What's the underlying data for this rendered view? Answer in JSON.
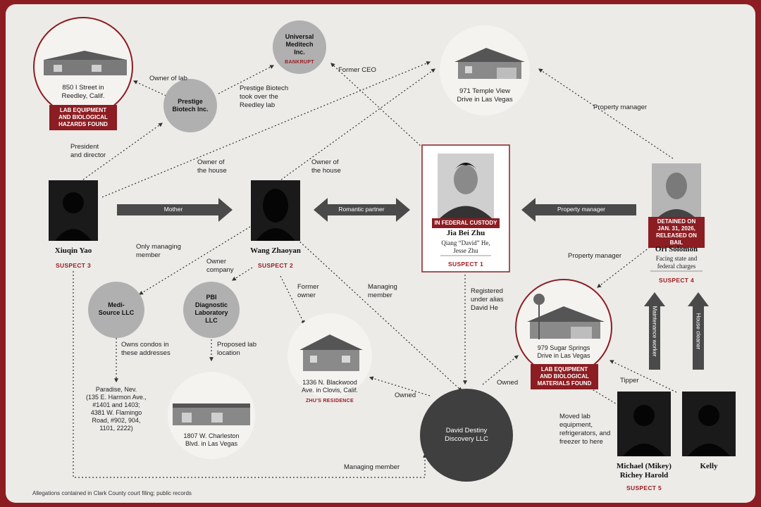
{
  "colors": {
    "frame": "#8c1d22",
    "node_gray": "#a9a9a9",
    "dark_node": "#3d3d3d",
    "accent_red": "#9b1c22"
  },
  "nodes": {
    "lab_reedley": {
      "text": "850 I Street in\nReedley, Calif.",
      "banner": "LAB EQUIPMENT\nAND BIOLOGICAL\nHAZARDS FOUND"
    },
    "universal_meditech": {
      "text": "Universal\nMeditech\nInc.",
      "badge": "BANKRUPT"
    },
    "prestige": {
      "text": "Prestige\nBiotech Inc."
    },
    "temple_view": {
      "text": "971 Temple View\nDrive in Las Vegas"
    },
    "medisource": {
      "text": "Medi-\nSource LLC"
    },
    "pbi": {
      "text": "PBI\nDiagnostic\nLaboratory\nLLC"
    },
    "david_destiny": {
      "text": "David Destiny\nDiscovery LLC"
    },
    "blackwood": {
      "text": "1336 N. Blackwood\nAve. in Clovis, Calif.",
      "badge": "ZHU'S RESIDENCE"
    },
    "charleston": {
      "text": "1807 W. Charleston\nBlvd. in Las Vegas"
    },
    "sugar_springs": {
      "text": "979 Sugar Springs\nDrive in Las Vegas",
      "banner": "LAB EQUIPMENT\nAND BIOLOGICAL\nMATERIALS FOUND"
    },
    "paradise": {
      "text": "Paradise, Nev.\n(135 E. Harmon Ave.,\n#1401 and 1403;\n4381 W. Flamingo\nRoad, #902, 904,\n1101, 2222)"
    }
  },
  "people": {
    "xiuqin": {
      "name": "Xiuqin Yao",
      "suspect": "SUSPECT 3"
    },
    "wang": {
      "name": "Wang Zhaoyan",
      "suspect": "SUSPECT 2"
    },
    "zhu": {
      "banner": "IN FEDERAL CUSTODY",
      "name": "Jia Bei Zhu",
      "aliases": "Qiang “David” He,\nJesse Zhu",
      "suspect": "SUSPECT 1"
    },
    "ori": {
      "banner": "DETAINED ON\nJAN. 31, 2026,\nRELEASED ON BAIL",
      "name": "Ori Solomon",
      "sub": "Facing state and\nfederal charges",
      "suspect": "SUSPECT 4"
    },
    "michael": {
      "name": "Michael (Mikey)\nRichey Harold",
      "suspect": "SUSPECT 5"
    },
    "kelly": {
      "name": "Kelly"
    }
  },
  "relations": {
    "owner_of_lab": "Owner of lab",
    "prestige_took_over": "Prestige Biotech\ntook over the\nReedley lab",
    "former_ceo": "Former CEO",
    "president_director": "President\nand director",
    "owner_house_1": "Owner of\nthe house",
    "owner_house_2": "Owner of\nthe house",
    "property_manager_top": "Property manager",
    "mother": "Mother",
    "romantic_partner": "Romantic partner",
    "property_manager_arrow": "Property manager",
    "only_managing": "Only managing\nmember",
    "owner_company": "Owner\ncompany",
    "former_owner": "Former\nowner",
    "managing_member_mid": "Managing\nmember",
    "registered_alias": "Registered\nunder alias\nDavid He",
    "property_manager_ori": "Property manager",
    "owns_condos": "Owns condos in\nthese addresses",
    "proposed_lab": "Proposed lab\nlocation",
    "owned_left": "Owned",
    "owned_right": "Owned",
    "maintenance": "Maintenance worker",
    "house_cleaner": "House cleaner",
    "tipper": "Tipper",
    "moved_lab": "Moved lab\nequipment,\nrefrigerators, and\nfreezer to here",
    "managing_member_bottom": "Managing member"
  },
  "footer": "Allegations contained in Clark County court filing; public records"
}
